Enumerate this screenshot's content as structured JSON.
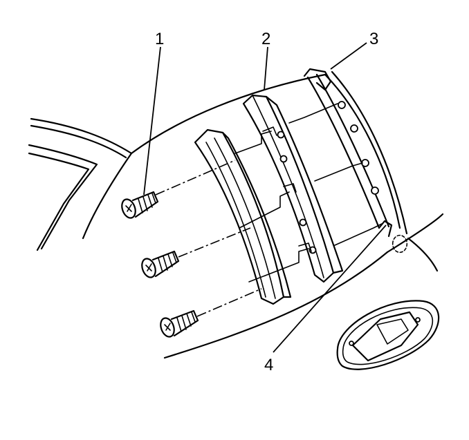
{
  "diagram": {
    "callouts": [
      {
        "id": "1",
        "label": "1"
      },
      {
        "id": "2",
        "label": "2"
      },
      {
        "id": "3",
        "label": "3"
      },
      {
        "id": "4",
        "label": "4"
      }
    ],
    "parts": {
      "screws": [
        "screw-top",
        "screw-middle",
        "screw-bottom"
      ],
      "trim_pieces": [
        "outer-trim-molding",
        "retainer-strip",
        "fastener-strip"
      ]
    },
    "colors": {
      "line": "#000000",
      "background": "#ffffff"
    }
  }
}
